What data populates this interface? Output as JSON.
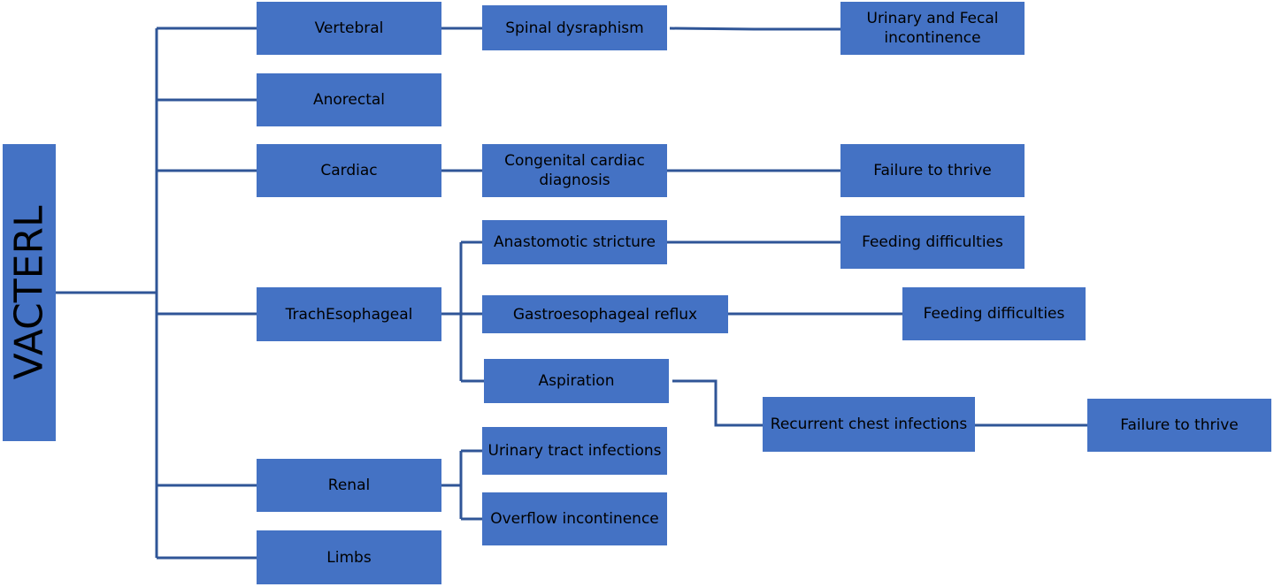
{
  "root": {
    "label": "VACTERL"
  },
  "level1": [
    {
      "id": "vertebral",
      "label": "Vertebral"
    },
    {
      "id": "anorectal",
      "label": "Anorectal"
    },
    {
      "id": "cardiac",
      "label": "Cardiac"
    },
    {
      "id": "tracheo",
      "label": "TrachEsophageal"
    },
    {
      "id": "renal",
      "label": "Renal"
    },
    {
      "id": "limbs",
      "label": "Limbs"
    }
  ],
  "level2": [
    {
      "id": "spinal",
      "label": "Spinal dysraphism"
    },
    {
      "id": "congenital",
      "label": "Congenital cardiac diagnosis"
    },
    {
      "id": "anastomotic",
      "label": "Anastomotic stricture"
    },
    {
      "id": "gastro",
      "label": "Gastroesophageal reflux"
    },
    {
      "id": "aspiration",
      "label": "Aspiration"
    },
    {
      "id": "uti",
      "label": "Urinary tract infections"
    },
    {
      "id": "overflow",
      "label": "Overflow incontinence"
    }
  ],
  "level3": [
    {
      "id": "incontinence",
      "label": "Urinary and Fecal incontinence"
    },
    {
      "id": "ftt1",
      "label": "Failure to thrive"
    },
    {
      "id": "feeding1",
      "label": "Feeding difficulties"
    },
    {
      "id": "feeding2",
      "label": "Feeding difficulties"
    },
    {
      "id": "chest",
      "label": "Recurrent chest infections"
    }
  ],
  "level4": [
    {
      "id": "ftt2",
      "label": "Failure to thrive"
    }
  ],
  "colors": {
    "node_fill": "#4472c4",
    "connector": "#2f5597"
  }
}
